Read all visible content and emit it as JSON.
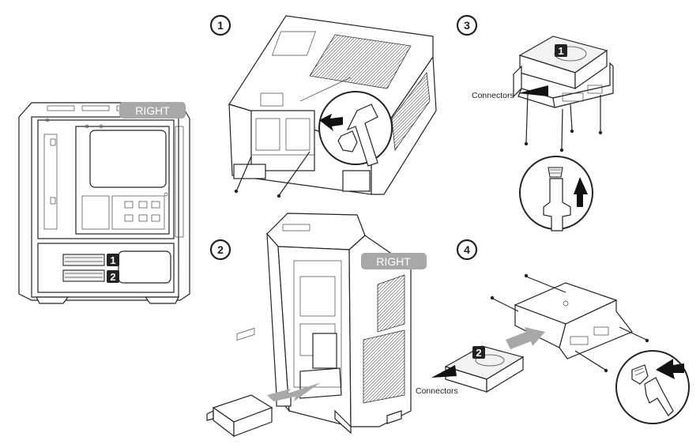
{
  "colors": {
    "tag_bg": "#a8a8a8",
    "badge_bg": "#222222",
    "arrow_gray": "#a8a8a8",
    "line": "#222222"
  },
  "labels": {
    "right_tag": "RIGHT",
    "connectors": "Connectors"
  },
  "steps": [
    {
      "number": "1"
    },
    {
      "number": "2"
    },
    {
      "number": "3"
    },
    {
      "number": "4"
    }
  ],
  "badges": {
    "hdd_slot_1": "1",
    "hdd_slot_2": "2",
    "hdd_drive_1": "1",
    "hdd_drive_2": "2"
  }
}
